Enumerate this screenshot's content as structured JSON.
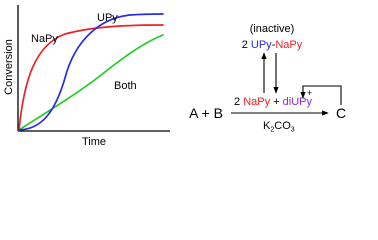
{
  "plot": {
    "xlabel": "Time",
    "ylabel": "Conversion",
    "series": [
      {
        "name": "UPy",
        "color": "#2a2ae6"
      },
      {
        "name": "NaPy",
        "color": "#ee2222"
      },
      {
        "name": "Both",
        "color": "#22cc22"
      }
    ]
  },
  "scheme": {
    "inactive_label": "(inactive)",
    "dimer_coef": "2",
    "dimer_upy": "UPy",
    "dimer_dash": "-",
    "dimer_napy": "NaPy",
    "reactants": "A + B",
    "cat_coef": "2",
    "cat_napy": "NaPy",
    "cat_plus": "+",
    "cat_diupy": "diUPy",
    "base_main": "K",
    "base_sub1": "2",
    "base_mid": "CO",
    "base_sub2": "3",
    "product": "C",
    "feedback_sign": "+",
    "colors": {
      "upy": "#2a2ae6",
      "napy": "#ee2222",
      "diupy": "#8a2be2"
    }
  }
}
